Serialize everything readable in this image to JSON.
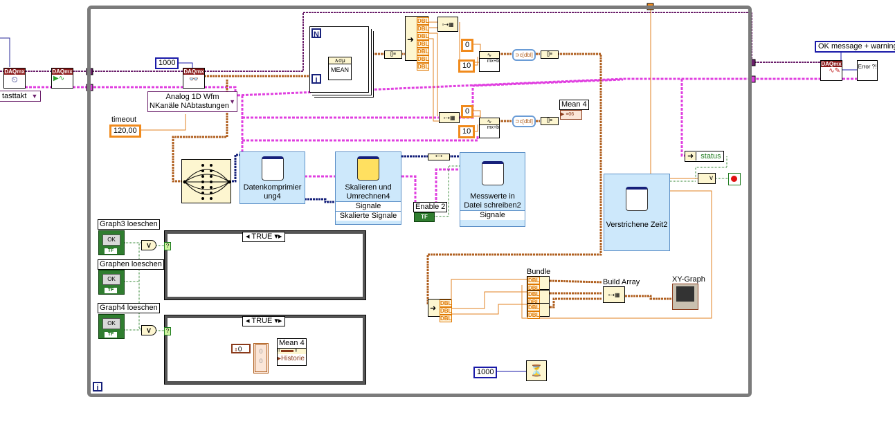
{
  "diagram": {
    "outer_left": {
      "daqmx_timing_label": "DAQmx",
      "daqmx_start_label": "DAQmx",
      "sample_clock_selector": "tasttakt"
    },
    "loop": {
      "iteration_terminal": "i",
      "read_samples_constant": "1000",
      "daqmx_read_label": "DAQmx",
      "read_mode_selector": {
        "line1": "Analog 1D Wfm",
        "line2": "NKanäle NAbtastungen"
      },
      "timeout_label": "timeout",
      "timeout_value": "120,00",
      "for_loop": {
        "count_terminal": "N",
        "index_terminal": "i",
        "mean_node_label": "MEAN",
        "mean_node_symbol": "∧σμ"
      },
      "unbundle_dbl_labels": [
        "DBL",
        "DBL",
        "DBL",
        "DBL",
        "DBL",
        "DBL",
        "DBL"
      ],
      "scale_upper": {
        "offset": "0",
        "gain": "10"
      },
      "scale_lower": {
        "offset": "0",
        "gain": "10"
      },
      "mean4_indicator_label": "Mean 4",
      "express_vis": [
        {
          "title": "Datenkomprimier\nung4"
        },
        {
          "title": "Skalieren und Umrechnen4",
          "rows": [
            "Signale",
            "Skalierte Signale"
          ]
        },
        {
          "title": "Messwerte in Datei schreiben2",
          "rows": [
            "Signale"
          ]
        },
        {
          "title": "Verstrichene Zeit2"
        }
      ],
      "enable_label": "Enable 2",
      "enable_control": "TF",
      "status_label": "status",
      "buttons": [
        {
          "label": "Graph3 loeschen",
          "text": "OK",
          "tf": "TF"
        },
        {
          "label": "Graphen loeschen",
          "text": "OK",
          "tf": "TF"
        },
        {
          "label": "Graph4 loeschen",
          "text": "OK",
          "tf": "TF"
        }
      ],
      "case_structures": [
        {
          "selector": "TRUE"
        },
        {
          "selector": "TRUE",
          "contents": {
            "index_value": "0",
            "array_values": [
              "0",
              "0"
            ],
            "property_node_label": "Mean 4",
            "property_name": "Historie"
          }
        }
      ],
      "bundle_label": "Bundle",
      "build_array_label": "Build Array",
      "xy_graph_label": "XY-Graph",
      "wait_constant": "1000"
    },
    "outer_right": {
      "daqmx_clear_label": "DAQmx",
      "error_message_constant": "OK message + warnings",
      "error_handler_label": "Error ?!"
    }
  }
}
